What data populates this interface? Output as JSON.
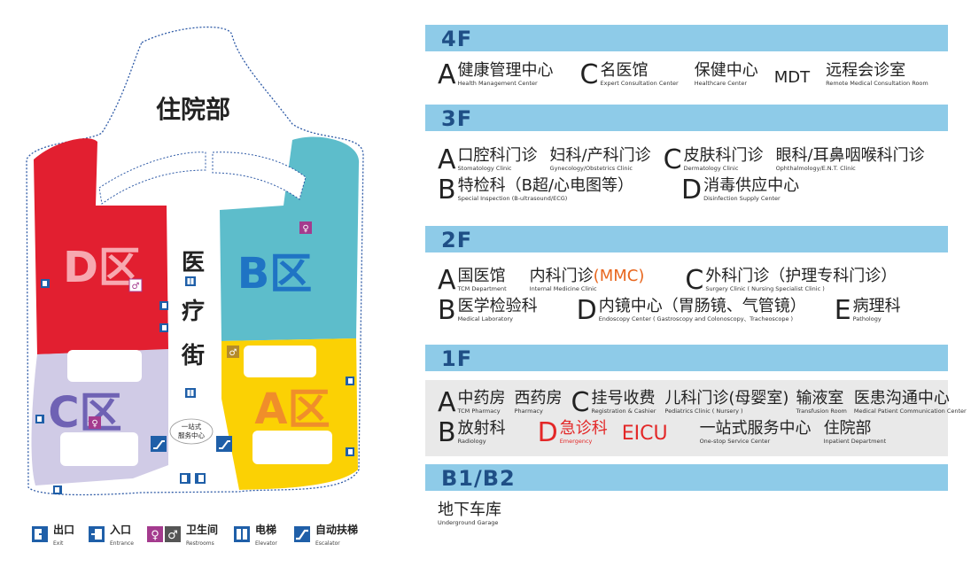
{
  "colors": {
    "zoneA": "#fbd104",
    "zoneB": "#5dbdcb",
    "zoneC": "#d0cbe6",
    "zoneD": "#e21f30",
    "bar": "#8ecbe8",
    "barText": "#1f4f86",
    "red": "#e32727",
    "orange": "#e8671f",
    "icon": "#1f5fa8",
    "restroom": "#a43b8e"
  },
  "map": {
    "inpatient": "住院部",
    "zoneD": "D区",
    "zoneB": "B区",
    "zoneC": "C区",
    "zoneA": "A区",
    "street": [
      "医",
      "疗",
      "街"
    ],
    "onestop": [
      "一站式",
      "服务中心"
    ]
  },
  "legend": [
    {
      "zh": "出口",
      "en": "Exit",
      "icon": "exit-icon"
    },
    {
      "zh": "入口",
      "en": "Entrance",
      "icon": "entrance-icon"
    },
    {
      "zh": "卫生间",
      "en": "Restrooms",
      "icon": "restroom-icon"
    },
    {
      "zh": "电梯",
      "en": "Elevator",
      "icon": "elevator-icon"
    },
    {
      "zh": "自动扶梯",
      "en": "Escalator",
      "icon": "escalator-icon"
    }
  ],
  "floors": {
    "f4": {
      "label": "4F",
      "rows": [
        [
          {
            "letter": "A",
            "zh": "健康管理中心",
            "en": "Health Management Center"
          },
          {
            "letter": "C",
            "zh": "名医馆",
            "en": "Expert Consultation Center"
          },
          {
            "letter": "",
            "zh": "保健中心",
            "en": "Healthcare Center"
          },
          {
            "letter": "",
            "zh": "MDT",
            "en": ""
          },
          {
            "letter": "",
            "zh": "远程会诊室",
            "en": "Remote Medical Consultation Room"
          }
        ]
      ]
    },
    "f3": {
      "label": "3F",
      "rows": [
        [
          {
            "letter": "A",
            "zh": "口腔科门诊",
            "en": "Stomatology Clinic"
          },
          {
            "letter": "",
            "zh": "妇科/产科门诊",
            "en": "Gynecology/Obstetrics Clinic"
          },
          {
            "letter": "C",
            "zh": "皮肤科门诊",
            "en": "Dermatology Clinic"
          },
          {
            "letter": "",
            "zh": "眼科/耳鼻咽喉科门诊",
            "en": "Ophthalmology/E.N.T. Clinic"
          }
        ],
        [
          {
            "letter": "B",
            "zh": "特检科（B超/心电图等）",
            "en": "Special Inspection (B-ultrasound/ECG)"
          },
          {
            "letter": "D",
            "zh": "消毒供应中心",
            "en": "Disinfection Supply Center"
          }
        ]
      ]
    },
    "f2": {
      "label": "2F",
      "rows": [
        [
          {
            "letter": "A",
            "zh": "国医馆",
            "en": "TCM Department"
          },
          {
            "letter": "",
            "zh": "内科门诊",
            "zh2": "(MMC)",
            "en": "Internal Medicine Clinic"
          },
          {
            "letter": "C",
            "zh": "外科门诊（护理专科门诊）",
            "en": "Surgery Clinic ( Nursing Specialist Clinic )"
          }
        ],
        [
          {
            "letter": "B",
            "zh": "医学检验科",
            "en": "Medical Laboratory"
          },
          {
            "letter": "D",
            "zh": "内镜中心（胃肠镜、气管镜）",
            "en": "Endoscopy Center ( Gastroscopy and Colonoscopy、Tracheoscope )"
          },
          {
            "letter": "E",
            "zh": "病理科",
            "en": "Pathology"
          }
        ]
      ]
    },
    "f1": {
      "label": "1F",
      "rows": [
        [
          {
            "letter": "A",
            "zh": "中药房",
            "en": "TCM Pharmacy"
          },
          {
            "letter": "",
            "zh": "西药房",
            "en": "Pharmacy"
          },
          {
            "letter": "C",
            "zh": "挂号收费",
            "en": "Registration & Cashier"
          },
          {
            "letter": "",
            "zh": "儿科门诊(母婴室)",
            "en": "Pediatrics Clinic ( Nursery )"
          },
          {
            "letter": "",
            "zh": "输液室",
            "en": "Transfusion Room"
          },
          {
            "letter": "",
            "zh": "医患沟通中心",
            "en": "Medical Patient Communication Center"
          }
        ],
        [
          {
            "letter": "B",
            "zh": "放射科",
            "en": "Radiology"
          },
          {
            "letter": "D",
            "zh": "急诊科",
            "en": "Emergency",
            "red": true
          },
          {
            "letter": "",
            "zh": "EICU",
            "en": "",
            "red": true
          },
          {
            "letter": "",
            "zh": "一站式服务中心",
            "en": "One-stop Service Center"
          },
          {
            "letter": "",
            "zh": "住院部",
            "en": "Inpatient Department"
          }
        ]
      ]
    },
    "b1": {
      "label": "B1/B2",
      "rows": [
        [
          {
            "letter": "",
            "zh": "地下车库",
            "en": "Underground Garage"
          }
        ]
      ]
    }
  }
}
